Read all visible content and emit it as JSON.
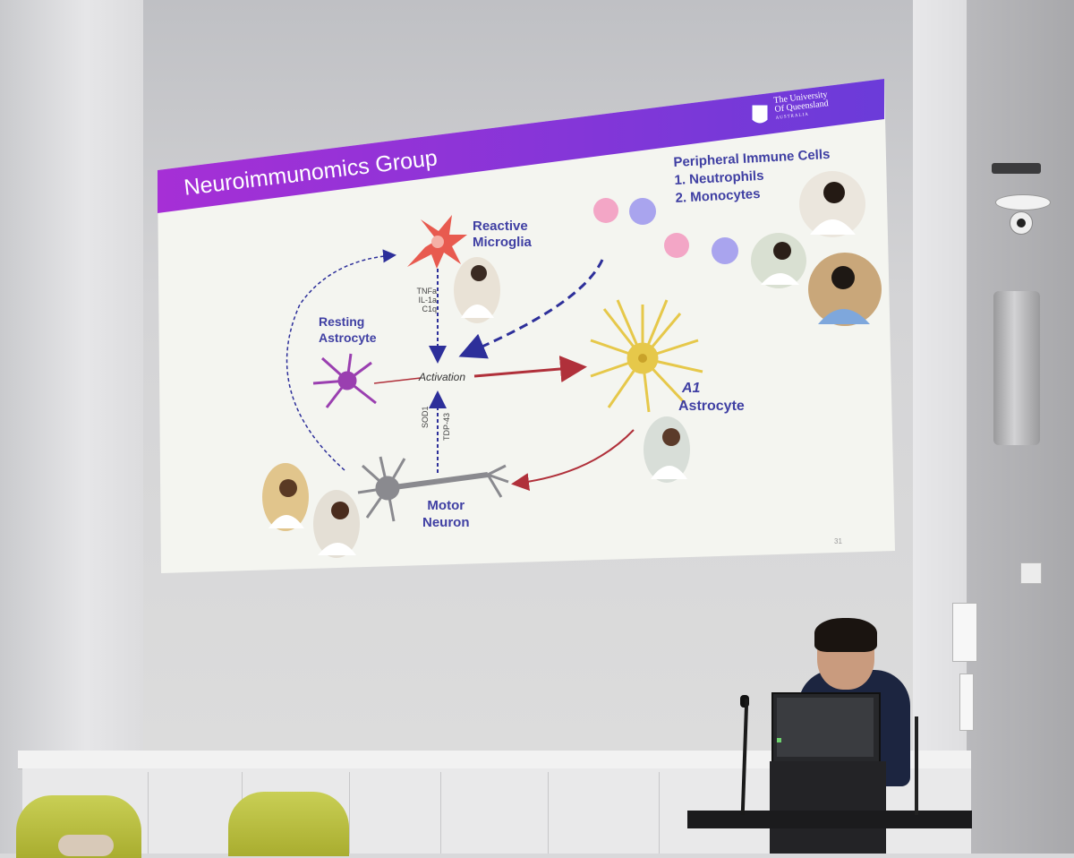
{
  "slide": {
    "title": "Neuroimmunomics Group",
    "logo_line1": "The University",
    "logo_line2": "Of Queensland",
    "logo_line3": "AUSTRALIA",
    "page_number": "31",
    "reactive_microglia_line1": "Reactive",
    "reactive_microglia_line2": "Microglia",
    "cytokine_1": "TNFa",
    "cytokine_2": "IL-1a",
    "cytokine_3": "C1q",
    "resting_line1": "Resting",
    "resting_line2": "Astrocyte",
    "activation": "Activation",
    "sod1": "SOD1",
    "tdp43": "TDP-43",
    "a1_line1": "A1",
    "a1_line2": "Astrocyte",
    "motor_line1": "Motor",
    "motor_line2": "Neuron",
    "peripheral_heading": "Peripheral Immune Cells",
    "peripheral_item1": "1.  Neutrophils",
    "peripheral_item2": "2.  Monocytes"
  },
  "colors": {
    "banner_start": "#a62fd6",
    "banner_end": "#6b3bd9",
    "label_blue": "#3f3fa3",
    "arrow_red": "#b0303a",
    "arrow_blue": "#2d2f9a",
    "microglia": "#e85a4f",
    "astrocyte_yellow": "#e6c84a",
    "resting_purple": "#9a3fb0",
    "neuron_gray": "#8a8a8f"
  }
}
